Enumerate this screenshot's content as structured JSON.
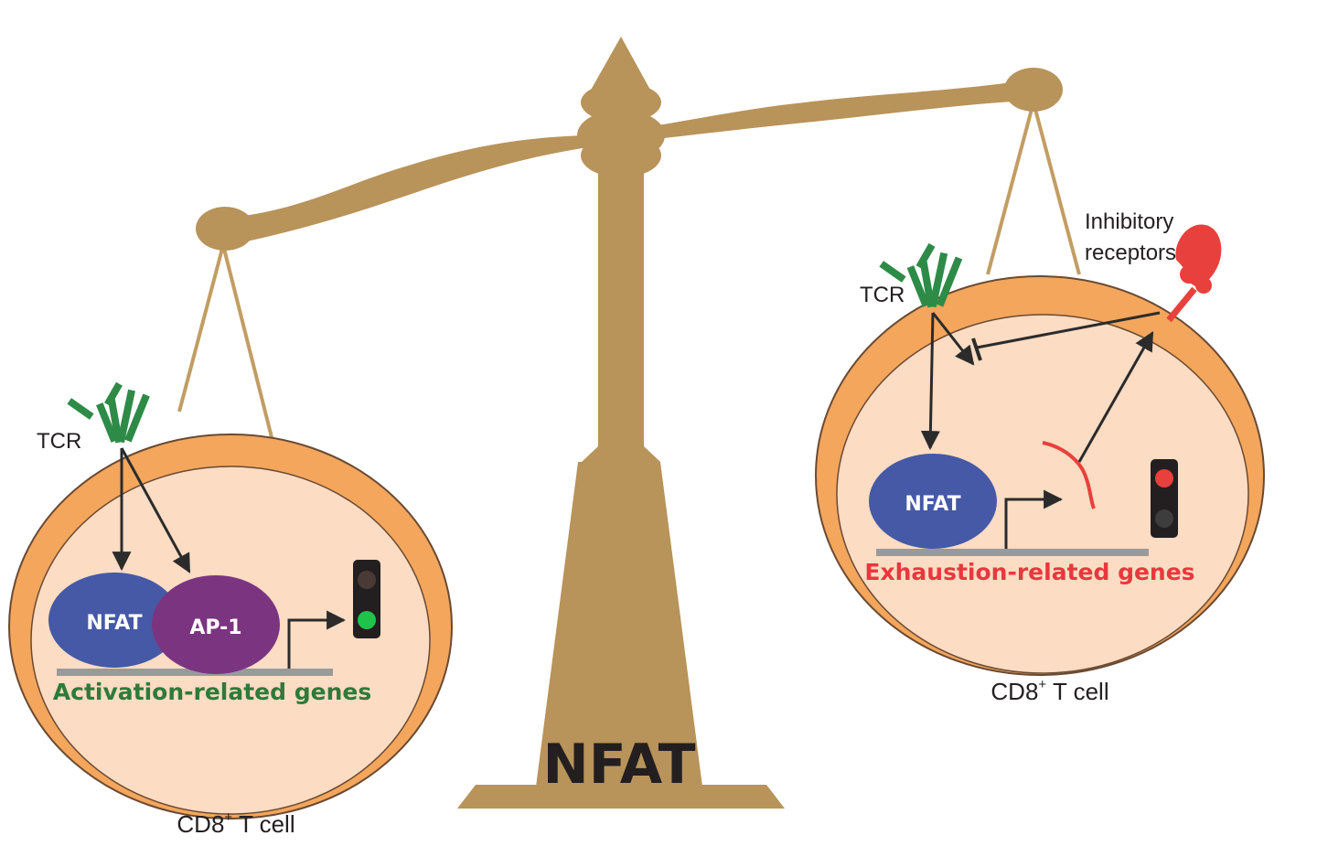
{
  "scale": {
    "base_label": "NFAT",
    "colors": {
      "scale": "#b8935a",
      "string": "#c29d63"
    }
  },
  "left_cell": {
    "tcr_label": "TCR",
    "nfat_label": "NFAT",
    "ap1_label": "AP-1",
    "genes_label": "Activation-related genes",
    "cell_label_main": "CD8",
    "cell_label_sup": "+",
    "cell_label_tail": " T cell",
    "traffic_light_state": "green"
  },
  "right_cell": {
    "tcr_label": "TCR",
    "nfat_label": "NFAT",
    "genes_label": "Exhaustion-related genes",
    "inhibitory_label_line1": "Inhibitory",
    "inhibitory_label_line2": "receptors",
    "cell_label_main": "CD8",
    "cell_label_sup": "+",
    "cell_label_tail": " T cell",
    "traffic_light_state": "red"
  },
  "colors": {
    "cell_outer": "#f3a65c",
    "cell_inner": "#fcdcc3",
    "tcr": "#2e8b47",
    "nfat": "#4559a6",
    "ap1": "#7b3580",
    "activation_text": "#2e7a3a",
    "exhaustion_text": "#e8383d",
    "inhibitory_receptor": "#e8403c",
    "dna": "#9a9a9a",
    "light_green": "#1fc24a",
    "light_red": "#e8403c"
  }
}
